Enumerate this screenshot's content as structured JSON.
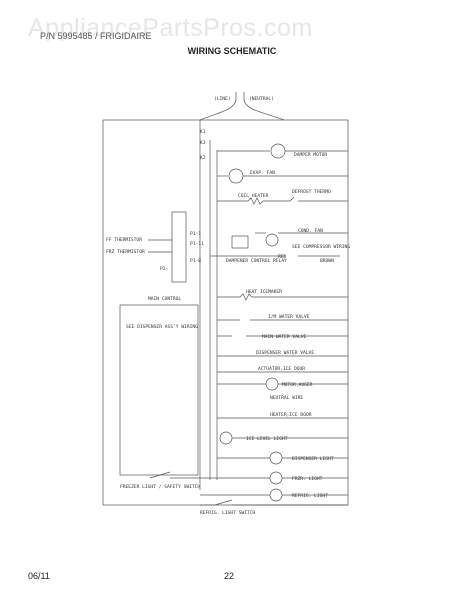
{
  "watermark": "AppliancePartsPros.com",
  "header_sub": "P/N 5995485 / FRIGIDAIRE",
  "title": "WIRING SCHEMATIC",
  "footer_date": "06/11",
  "footer_page": "22",
  "labels": {
    "line": "(LINE)",
    "neutral": "(NEUTRAL)",
    "damper_motor": "DAMPER MOTOR",
    "evap_fan": "EVAP. FAN",
    "coil_heater": "COIL HEATER",
    "defrost_thermo": "DEFROST THERMO",
    "cond_fan": "COND. FAN",
    "see_compressor_wiring": "SEE COMPRESSOR WIRING",
    "red": "RED",
    "brown": "BROWN",
    "ff_thermistor": "FF THERMISTOR",
    "frz_thermistor": "FRZ THERMISTOR",
    "p1_1": "P1-1",
    "p1_11": "P1-11",
    "p1_8": "P1-8",
    "p2": "P2-",
    "dampener_control_relay": "DAMPENER CONTROL RELAY",
    "k1": "K1",
    "k2": "K2",
    "k3": "K3",
    "heat_icemaker": "HEAT ICEMAKER",
    "ice_water_valve": "I/M WATER VALVE",
    "main_water_valve": "MAIN WATER VALVE",
    "dispenser_water_valve": "DISPENSER WATER VALVE",
    "actuator_ice_door": "ACTUATOR,ICE DOOR",
    "motor_auger": "MOTOR,AUGER",
    "neutral_wire": "NEUTRAL WIRE",
    "heater_ice_door": "HEATER,ICE DOOR",
    "ice_level_light": "ICE LEVEL LIGHT",
    "dispenser_light": "DISPENSER LIGHT",
    "frzr_light": "FRZR. LIGHT",
    "refrig_light": "REFRIG. LIGHT",
    "freezer_light_safety_switch": "FREEZER LIGHT / SAFETY SWITCH",
    "refrig_light_switch": "REFRIG. LIGHT SWITCH",
    "see_dispenser_wiring": "SEE DISPENSER ASS'Y WIRING",
    "main_control": "MAIN CONTROL"
  }
}
